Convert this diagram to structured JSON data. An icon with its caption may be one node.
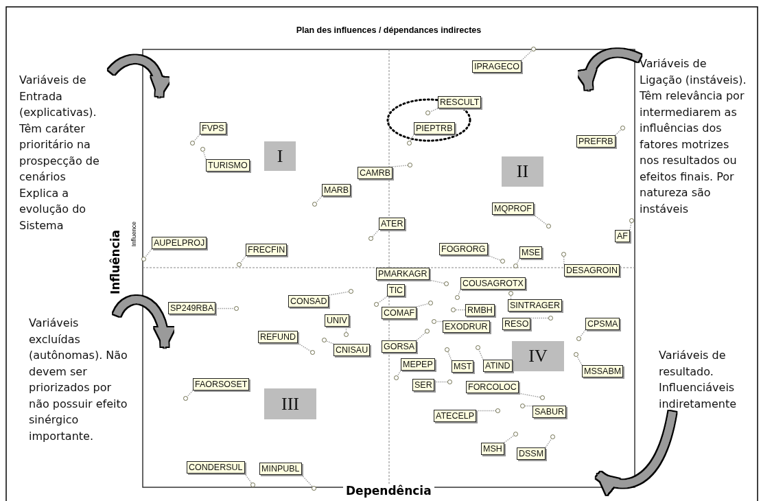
{
  "diagram": {
    "title": "Plan des influences / dépendances indirectes",
    "nodes": [
      {
        "text": [
          "Variáveis de Entrada (explicativas). Têm caráter prioritário na prospecção de cenários",
          "Explica a evolução do Sistema"
        ]
      },
      {
        "text": [
          "Variáveis de Ligação (instáveis). Têm relevância por intermediarem as influências dos fatores motrizes nos resultados ou efeitos finais. Por natureza são instáveis"
        ]
      },
      {
        "text": [
          "Variáveis excluídas (autônomas). Não devem ser priorizados por não possuir efeito sinérgico importante."
        ]
      },
      {
        "text": [
          "Variáveis de resultado. Influenciáveis indiretamente"
        ]
      },
      {
        "text": [
          "I"
        ]
      },
      {
        "text": [
          "II"
        ]
      },
      {
        "text": [
          "III"
        ]
      },
      {
        "text": [
          "IV"
        ]
      },
      {
        "text": [
          "IPRAGECO"
        ]
      },
      {
        "text": [
          "RESCULT"
        ]
      },
      {
        "text": [
          "PIEPTRB"
        ]
      },
      {
        "text": [
          "FVPS"
        ]
      },
      {
        "text": [
          "TURISMO"
        ]
      },
      {
        "text": [
          "PREFRB"
        ]
      },
      {
        "text": [
          "CAMRB"
        ]
      },
      {
        "text": [
          "MARB"
        ]
      },
      {
        "text": [
          "MQPROF"
        ]
      },
      {
        "text": [
          "ATER"
        ]
      },
      {
        "text": [
          "AUPELPROJ"
        ]
      },
      {
        "text": [
          "FRECFIN"
        ]
      },
      {
        "text": [
          "AF"
        ]
      },
      {
        "text": [
          "FOGRORG"
        ]
      },
      {
        "text": [
          "MSE"
        ]
      },
      {
        "text": [
          "DESAGROIN"
        ]
      },
      {
        "text": [
          "PMARKAGR"
        ]
      },
      {
        "text": [
          "COUSAGROTX"
        ]
      },
      {
        "text": [
          "TIC"
        ]
      },
      {
        "text": [
          "CONSAD"
        ]
      },
      {
        "text": [
          "SP249RBA"
        ]
      },
      {
        "text": [
          "SINTRAGER"
        ]
      },
      {
        "text": [
          "RMBH"
        ]
      },
      {
        "text": [
          "COMAF"
        ]
      },
      {
        "text": [
          "UNIV"
        ]
      },
      {
        "text": [
          "EXODRUR"
        ]
      },
      {
        "text": [
          "RESO"
        ]
      },
      {
        "text": [
          "CPSMA"
        ]
      },
      {
        "text": [
          "REFUND"
        ]
      },
      {
        "text": [
          "CNISAU"
        ]
      },
      {
        "text": [
          "GORSA"
        ]
      },
      {
        "text": [
          "MEPEP"
        ]
      },
      {
        "text": [
          "MST"
        ]
      },
      {
        "text": [
          "ATIND"
        ]
      },
      {
        "text": [
          "MSSABM"
        ]
      },
      {
        "text": [
          "FAORSOSET"
        ]
      },
      {
        "text": [
          "SER"
        ]
      },
      {
        "text": [
          "FORCOLOC"
        ]
      },
      {
        "text": [
          "SABUR"
        ]
      },
      {
        "text": [
          "ATECELP"
        ]
      },
      {
        "text": [
          "MSH"
        ]
      },
      {
        "text": [
          "DSSM"
        ]
      },
      {
        "text": [
          "CONDERSUL"
        ]
      },
      {
        "text": [
          "MINPUBL"
        ]
      },
      {
        "text": [],
        "shape": "circle"
      },
      {
        "text": [],
        "shape": "circle"
      },
      {
        "text": [],
        "shape": "circle"
      },
      {
        "text": [],
        "shape": "circle"
      },
      {
        "text": [],
        "shape": "circle"
      },
      {
        "text": [],
        "shape": "circle"
      },
      {
        "text": [],
        "shape": "circle"
      },
      {
        "text": [],
        "shape": "circle"
      },
      {
        "text": [],
        "shape": "circle"
      },
      {
        "text": [],
        "shape": "circle"
      },
      {
        "text": [],
        "shape": "circle"
      },
      {
        "text": [],
        "shape": "circle"
      },
      {
        "text": [],
        "shape": "circle"
      },
      {
        "text": [],
        "shape": "circle"
      },
      {
        "text": [],
        "shape": "circle"
      },
      {
        "text": [],
        "shape": "circle"
      },
      {
        "text": [],
        "shape": "circle"
      },
      {
        "text": [],
        "shape": "circle"
      },
      {
        "text": [],
        "shape": "circle"
      },
      {
        "text": [],
        "shape": "circle"
      },
      {
        "text": [],
        "shape": "circle"
      },
      {
        "text": [],
        "shape": "circle"
      },
      {
        "text": [],
        "shape": "circle"
      },
      {
        "text": [],
        "shape": "circle"
      },
      {
        "text": [],
        "shape": "circle"
      },
      {
        "text": [],
        "shape": "circle"
      },
      {
        "text": [],
        "shape": "circle"
      },
      {
        "text": [],
        "shape": "circle"
      },
      {
        "text": [],
        "shape": "circle"
      },
      {
        "text": [],
        "shape": "circle"
      },
      {
        "text": [],
        "shape": "circle"
      },
      {
        "text": [],
        "shape": "circle"
      },
      {
        "text": [],
        "shape": "circle"
      },
      {
        "text": [],
        "shape": "circle"
      },
      {
        "text": [],
        "shape": "circle"
      },
      {
        "text": [],
        "shape": "circle"
      },
      {
        "text": [],
        "shape": "circle"
      },
      {
        "text": [],
        "shape": "circle"
      },
      {
        "text": [],
        "shape": "circle"
      },
      {
        "text": [],
        "shape": "circle"
      },
      {
        "text": [],
        "shape": "circle"
      },
      {
        "text": [],
        "shape": "circle"
      },
      {
        "text": [],
        "shape": "circle"
      },
      {
        "text": [],
        "shape": "circle"
      }
    ],
    "edges": [
      {
        "from": 0,
        "to": null,
        "arrow": "to",
        "style": "thick"
      },
      {
        "from": 1,
        "to": null,
        "arrow": "to",
        "style": "thick"
      },
      {
        "from": 2,
        "to": null,
        "arrow": "to",
        "style": "thick"
      },
      {
        "from": 3,
        "to": null,
        "arrow": "to",
        "style": "thick"
      },
      {
        "from": 8,
        "to": 52,
        "arrow": "none",
        "style": "dashed"
      },
      {
        "from": 9,
        "to": 53,
        "arrow": "none",
        "style": "dashed"
      },
      {
        "from": 10,
        "to": 54,
        "arrow": "none",
        "style": "dashed"
      },
      {
        "from": 11,
        "to": 55,
        "arrow": "none",
        "style": "dashed"
      },
      {
        "from": 12,
        "to": 56,
        "arrow": "none",
        "style": "dashed"
      },
      {
        "from": 13,
        "to": 57,
        "arrow": "none",
        "style": "dashed"
      },
      {
        "from": 14,
        "to": 58,
        "arrow": "none",
        "style": "dashed"
      },
      {
        "from": 15,
        "to": 59,
        "arrow": "none",
        "style": "dashed"
      },
      {
        "from": 16,
        "to": 60,
        "arrow": "none",
        "style": "dashed"
      },
      {
        "from": 17,
        "to": 61,
        "arrow": "none",
        "style": "dashed"
      },
      {
        "from": 18,
        "to": 62,
        "arrow": "none",
        "style": "dashed"
      },
      {
        "from": 19,
        "to": 63,
        "arrow": "none",
        "style": "dashed"
      },
      {
        "from": 20,
        "to": 64,
        "arrow": "none",
        "style": "dashed"
      },
      {
        "from": 21,
        "to": 65,
        "arrow": "none",
        "style": "dashed"
      },
      {
        "from": 22,
        "to": 66,
        "arrow": "none",
        "style": "dashed"
      },
      {
        "from": 23,
        "to": 67,
        "arrow": "none",
        "style": "dashed"
      },
      {
        "from": 24,
        "to": 68,
        "arrow": "none",
        "style": "dashed"
      },
      {
        "from": 25,
        "to": 69,
        "arrow": "none",
        "style": "dashed"
      },
      {
        "from": 26,
        "to": 70,
        "arrow": "none",
        "style": "dashed"
      },
      {
        "from": 27,
        "to": 71,
        "arrow": "none",
        "style": "dashed"
      },
      {
        "from": 28,
        "to": 72,
        "arrow": "none",
        "style": "dashed"
      },
      {
        "from": 29,
        "to": 73,
        "arrow": "none",
        "style": "dashed"
      },
      {
        "from": 30,
        "to": 74,
        "arrow": "none",
        "style": "dashed"
      },
      {
        "from": 31,
        "to": 75,
        "arrow": "none",
        "style": "dashed"
      },
      {
        "from": 32,
        "to": 76,
        "arrow": "none",
        "style": "dashed"
      },
      {
        "from": 33,
        "to": 77,
        "arrow": "none",
        "style": "dashed"
      },
      {
        "from": 34,
        "to": 78,
        "arrow": "none",
        "style": "dashed"
      },
      {
        "from": 35,
        "to": 79,
        "arrow": "none",
        "style": "dashed"
      },
      {
        "from": 36,
        "to": 80,
        "arrow": "none",
        "style": "dashed"
      },
      {
        "from": 37,
        "to": 81,
        "arrow": "none",
        "style": "dashed"
      },
      {
        "from": 38,
        "to": 82,
        "arrow": "none",
        "style": "dashed"
      },
      {
        "from": 39,
        "to": 83,
        "arrow": "none",
        "style": "dashed"
      },
      {
        "from": 40,
        "to": 84,
        "arrow": "none",
        "style": "dashed"
      },
      {
        "from": 41,
        "to": 85,
        "arrow": "none",
        "style": "dashed"
      },
      {
        "from": 42,
        "to": 86,
        "arrow": "none",
        "style": "dashed"
      },
      {
        "from": 43,
        "to": 87,
        "arrow": "none",
        "style": "dashed"
      },
      {
        "from": 44,
        "to": 88,
        "arrow": "none",
        "style": "dashed"
      },
      {
        "from": 45,
        "to": 89,
        "arrow": "none",
        "style": "dashed"
      },
      {
        "from": 46,
        "to": 90,
        "arrow": "none",
        "style": "dashed"
      },
      {
        "from": 47,
        "to": 91,
        "arrow": "none",
        "style": "dashed"
      },
      {
        "from": 48,
        "to": 92,
        "arrow": "none",
        "style": "dashed"
      },
      {
        "from": 49,
        "to": 93,
        "arrow": "none",
        "style": "dashed"
      },
      {
        "from": 50,
        "to": 94,
        "arrow": "none",
        "style": "dashed"
      },
      {
        "from": 51,
        "to": 95,
        "arrow": "none",
        "style": "dashed"
      }
    ],
    "labels": [
      "Influence",
      "Influência",
      "Dependência"
    ]
  }
}
